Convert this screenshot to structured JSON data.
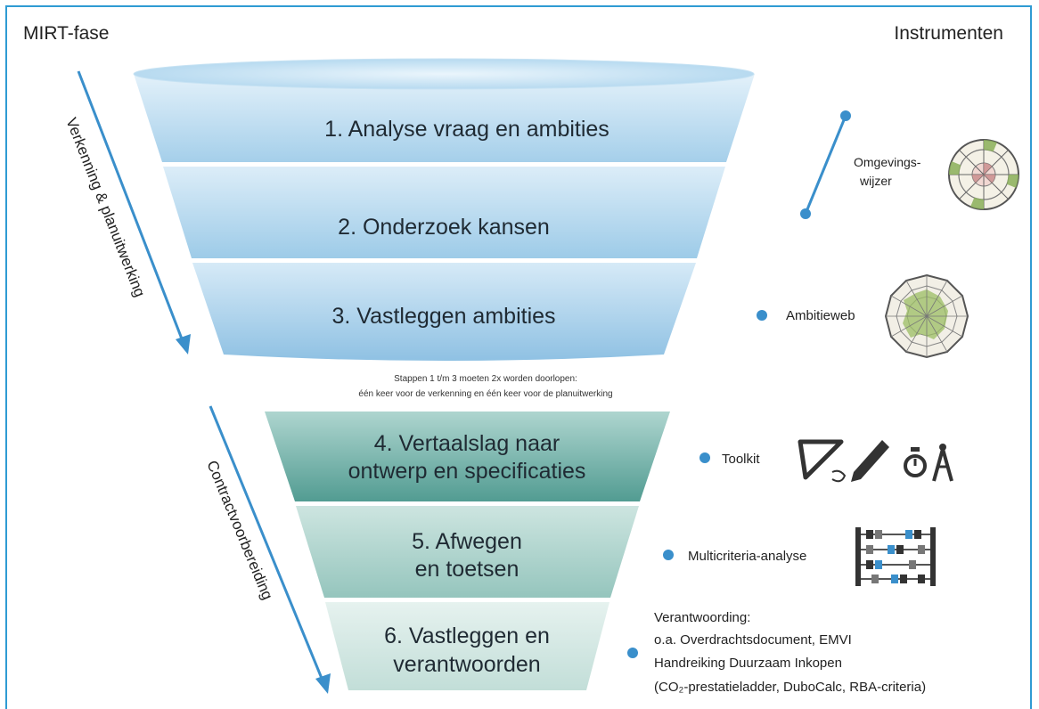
{
  "headers": {
    "left": "MIRT-fase",
    "right": "Instrumenten"
  },
  "phases": {
    "first": "Verkenning & planuitwerking",
    "second": "Contractvoorbereiding"
  },
  "stages": {
    "s1": "1. Analyse vraag en ambities",
    "s2": "2. Onderzoek kansen",
    "s3": "3. Vastleggen ambities",
    "s4_line1": "4. Vertaalslag naar",
    "s4_line2": "ontwerp en specificaties",
    "s5_line1": "5. Afwegen",
    "s5_line2": "en toetsen",
    "s6_line1": "6. Vastleggen en",
    "s6_line2": "verantwoorden"
  },
  "note": {
    "line1": "Stappen 1 t/m 3 moeten 2x worden doorlopen:",
    "line2": "één keer voor de verkenning en één keer voor de planuitwerking"
  },
  "instruments": {
    "omgevingswijzer_line1": "Omgevings-",
    "omgevingswijzer_line2": "wijzer",
    "ambitieweb": "Ambitieweb",
    "toolkit": "Toolkit",
    "multicriteria": "Multicriteria-analyse",
    "verantwoording_line1": "Verantwoording:",
    "verantwoording_line2": "o.a. Overdrachtsdocument, EMVI",
    "verantwoording_line3": "Handreiking Duurzaam Inkopen",
    "verantwoording_line4": "(CO₂-prestatieladder, DuboCalc, RBA-criteria)"
  },
  "colors": {
    "accent_blue": "#3a8fcb",
    "frame_blue": "#2f9bd3",
    "funnel_top_light": "#e1eff9",
    "funnel_top_mid": "#a9cfe9",
    "funnel_bottom_dark": "#4e9a8f",
    "funnel_bottom_light": "#dfeeea"
  }
}
